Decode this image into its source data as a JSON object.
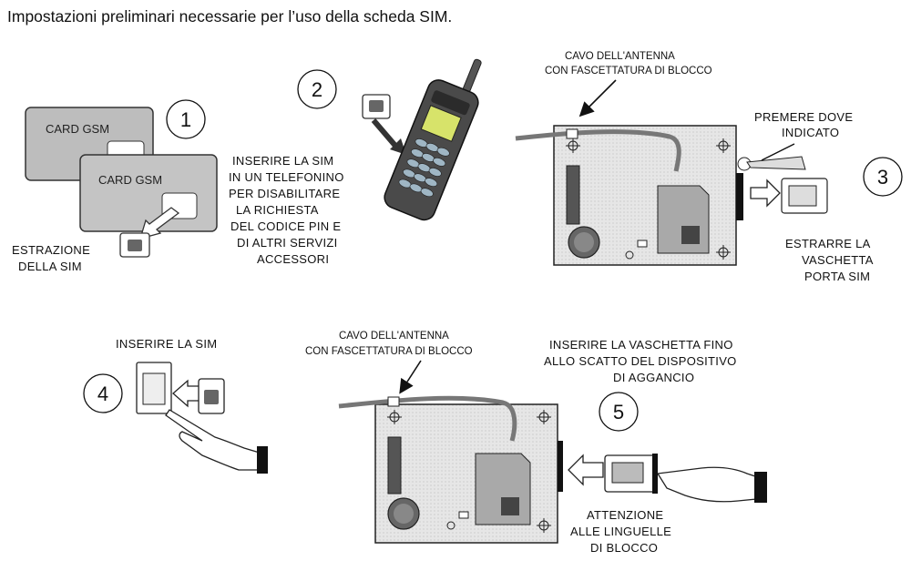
{
  "title": "Impostazioni preliminari necessarie per l’uso della scheda SIM.",
  "steps": {
    "s1": {
      "number": "1",
      "card_label": "CARD GSM",
      "caption": [
        "ESTRAZIONE",
        "DELLA SIM"
      ]
    },
    "s2": {
      "number": "2",
      "caption": [
        "INSERIRE LA SIM",
        "IN UN TELEFONINO",
        "PER DISABILITARE",
        "LA RICHIESTA",
        "DEL CODICE PIN E",
        "DI ALTRI SERVIZI",
        "ACCESSORI"
      ]
    },
    "s3": {
      "number": "3",
      "antenna": [
        "CAVO DELL'ANTENNA",
        "CON FASCETTATURA DI BLOCCO"
      ],
      "press": [
        "PREMERE DOVE",
        "INDICATO"
      ],
      "extract": [
        "ESTRARRE LA",
        "VASCHETTA",
        "PORTA SIM"
      ]
    },
    "s4": {
      "number": "4",
      "caption": "INSERIRE LA SIM"
    },
    "s5": {
      "number": "5",
      "antenna": [
        "CAVO DELL'ANTENNA",
        "CON FASCETTATURA DI BLOCCO"
      ],
      "insert": [
        "INSERIRE LA VASCHETTA FINO",
        "ALLO SCATTO DEL DISPOSITIVO",
        "DI AGGANCIO"
      ],
      "warning": [
        "ATTENZIONE",
        "ALLE LINGUELLE",
        "DI BLOCCO"
      ]
    }
  }
}
